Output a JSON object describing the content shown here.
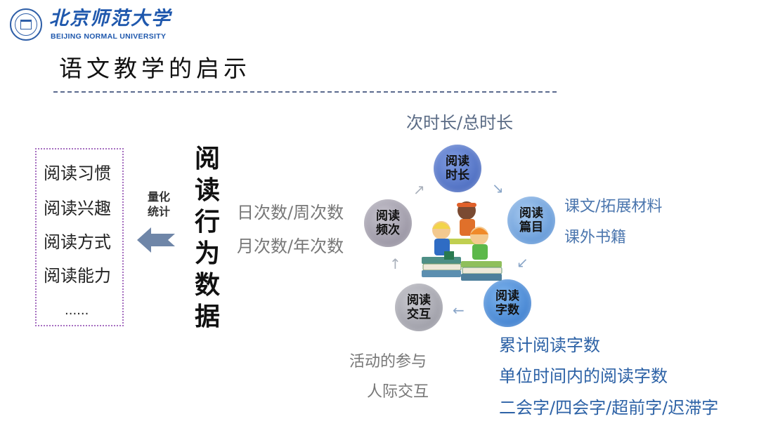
{
  "header": {
    "logo_cn": "北京师范大学",
    "logo_en": "BEIJING NORMAL UNIVERSITY"
  },
  "slide": {
    "title": "语文教学的启示"
  },
  "left_box": {
    "items": [
      "阅读习惯",
      "阅读兴趣",
      "阅读方式",
      "阅读能力",
      "......"
    ]
  },
  "arrow": {
    "label_line1": "量化",
    "label_line2": "统计",
    "icon": "left-arrow-icon",
    "color": "#6f86a8"
  },
  "vertical_title": [
    "阅",
    "读",
    "行",
    "为",
    "数",
    "据"
  ],
  "cycle": {
    "nodes": [
      {
        "id": "duration",
        "line1": "阅读",
        "line2": "时长",
        "color": "#4a69be"
      },
      {
        "id": "titles",
        "line1": "阅读",
        "line2": "篇目",
        "color": "#6aa0dc"
      },
      {
        "id": "wordcount",
        "line1": "阅读",
        "line2": "字数",
        "color": "#3a7ed0"
      },
      {
        "id": "interaction",
        "line1": "阅读",
        "line2": "交互",
        "color": "#9b9aa4"
      },
      {
        "id": "frequency",
        "line1": "阅读",
        "line2": "频次",
        "color": "#9a94a3"
      }
    ],
    "center_image": "children-reading-books-illustration"
  },
  "annotations": {
    "duration": "次时长/总时长",
    "titles": [
      "课文/拓展材料",
      "课外书籍"
    ],
    "frequency": [
      "日次数/周次数",
      "月次数/年次数"
    ],
    "interaction": [
      "活动的参与",
      "人际交互"
    ],
    "wordcount": [
      "累计阅读字数",
      "单位时间内的阅读字数",
      "二会字/四会字/超前字/迟滞字"
    ]
  }
}
